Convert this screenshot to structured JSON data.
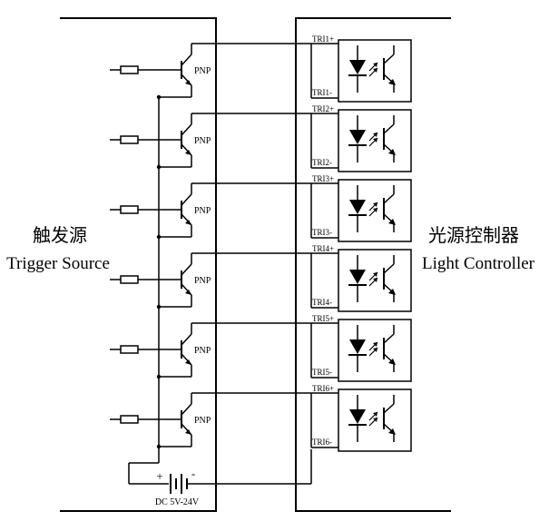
{
  "trigger_source": {
    "label_cn": "触发源",
    "label_en": "Trigger Source",
    "transistor_label": "PNP",
    "channel_count": 6
  },
  "light_controller": {
    "label_cn": "光源控制器",
    "label_en": "Light Controller",
    "channels": [
      {
        "plus": "TRI1+",
        "minus": "TRI1-"
      },
      {
        "plus": "TRI2+",
        "minus": "TRI2-"
      },
      {
        "plus": "TRI3+",
        "minus": "TRI3-"
      },
      {
        "plus": "TRI4+",
        "minus": "TRI4-"
      },
      {
        "plus": "TRI5+",
        "minus": "TRI5-"
      },
      {
        "plus": "TRI6+",
        "minus": "TRI6-"
      }
    ]
  },
  "power_supply": {
    "label": "DC 5V-24V",
    "plus": "+",
    "minus": "-"
  }
}
